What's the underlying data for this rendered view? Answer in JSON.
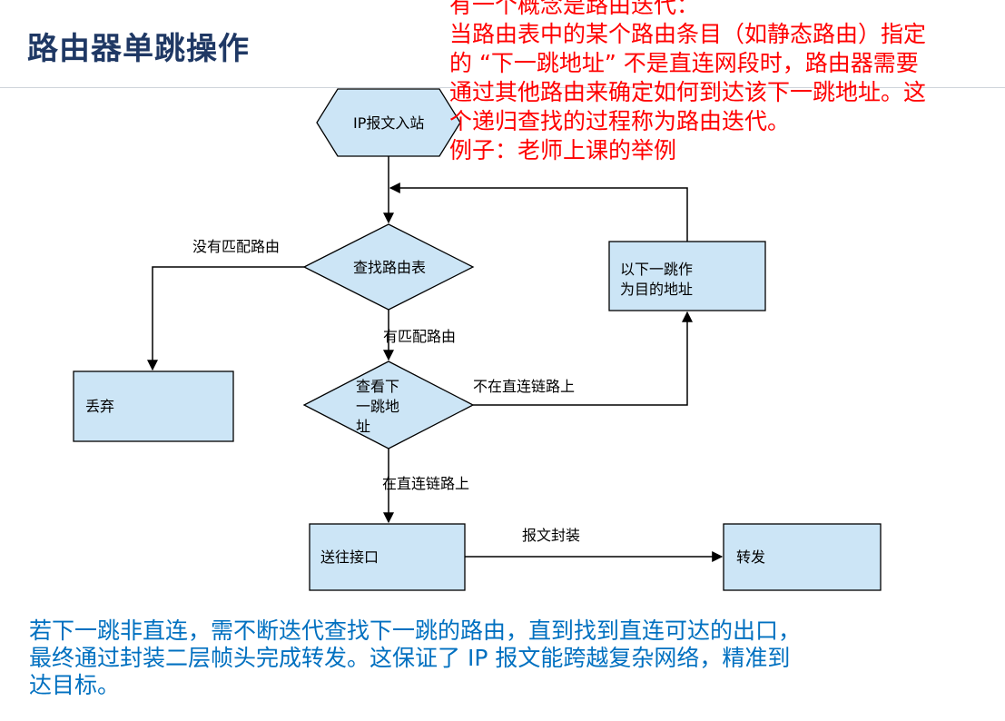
{
  "title": "路由器单跳操作",
  "note": {
    "lines": [
      "有一个概念是路由迭代：",
      "当路由表中的某个路由条目（如静态路由）指定",
      "的 “下一跳地址” 不是直连网段时，路由器需要",
      "通过其他路由来确定如何到达该下一跳地址。这",
      "个递归查找的过程称为路由迭代。",
      "例子：老师上课的举例"
    ]
  },
  "flowchart": {
    "nodes": {
      "ip_in": "IP报文入站",
      "lookup": "查找路由表",
      "check_next_hop": [
        "查看下",
        "一跳地",
        "址"
      ],
      "discard": "丢弃",
      "next_hop_as_dest": [
        "以下一跳作",
        "为目的地址"
      ],
      "send_interface": "送往接口",
      "forward": "转发"
    },
    "edge_labels": {
      "no_match": "没有匹配路由",
      "has_match": "有匹配路由",
      "not_direct": "不在直连链路上",
      "on_direct": "在直连链路上",
      "encapsulate": "报文封装"
    }
  },
  "summary": {
    "lines": [
      "若下一跳非直连，需不断迭代查找下一跳的路由，直到找到直连可达的出口，",
      "最终通过封装二层帧头完成转发。这保证了 IP 报文能跨越复杂网络，精准到",
      "达目标。"
    ]
  }
}
